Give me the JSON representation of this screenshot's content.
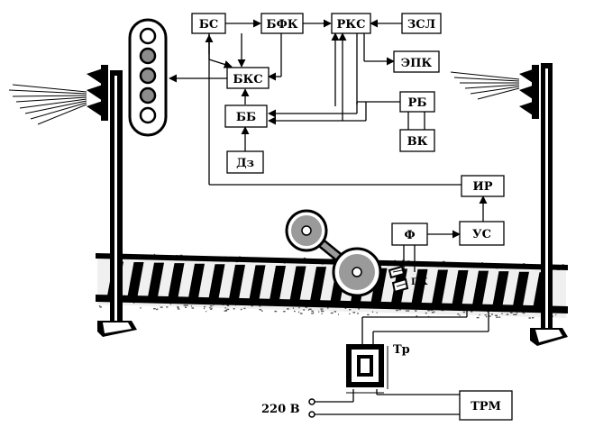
{
  "blocks": {
    "bs": "БС",
    "bfk": "БФК",
    "rks": "РКС",
    "zsl": "ЗСЛ",
    "bks": "БКС",
    "epk": "ЭПК",
    "bb": "ББ",
    "rb": "РБ",
    "vk": "ВК",
    "dz": "Дз",
    "ir": "ИР",
    "f": "Ф",
    "us": "УС",
    "trm": "ТРМ"
  },
  "labels": {
    "pk": "ПК",
    "tr": "Тр",
    "voltage": "220 В"
  },
  "colors": {
    "ink": "#000000",
    "paper": "#ffffff",
    "lamp_gray": "#8c8c8c",
    "wheel_gray": "#9a9a9a"
  }
}
